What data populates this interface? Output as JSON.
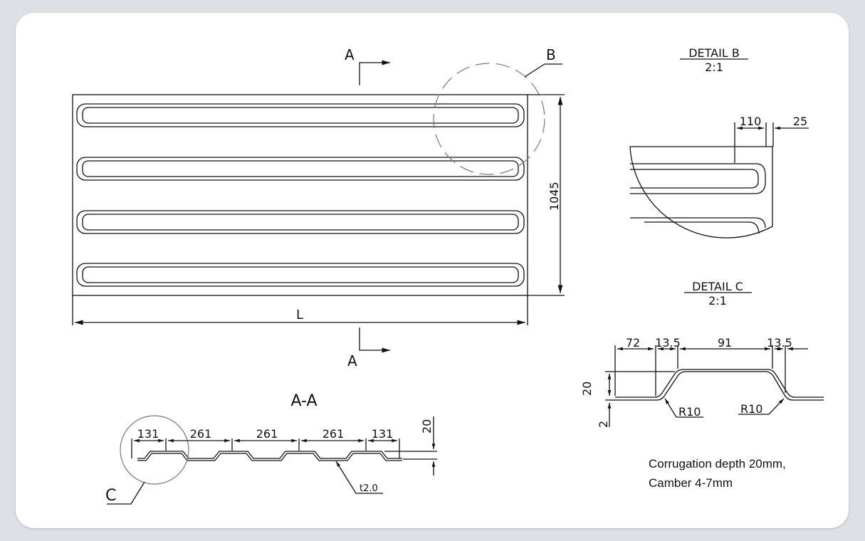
{
  "views": {
    "plan": {
      "section_label": "A",
      "detail_label": "B",
      "height_dim": "1045",
      "length_dim": "L"
    },
    "detail_b": {
      "title": "DETAIL B",
      "scale": "2:1",
      "dims": [
        "110",
        "25"
      ]
    },
    "detail_c": {
      "title": "DETAIL C",
      "scale": "2:1",
      "dims": [
        "72",
        "13.5",
        "91",
        "13.5",
        "20",
        "2"
      ],
      "radii": [
        "R10",
        "R10"
      ]
    },
    "section_aa": {
      "title": "A-A",
      "dims": [
        "131",
        "261",
        "261",
        "261",
        "131",
        "20"
      ],
      "detail_label": "C",
      "thickness": "t2.0"
    }
  },
  "notes": {
    "line1": "Corrugation depth 20mm,",
    "line2": "Camber 4-7mm"
  }
}
